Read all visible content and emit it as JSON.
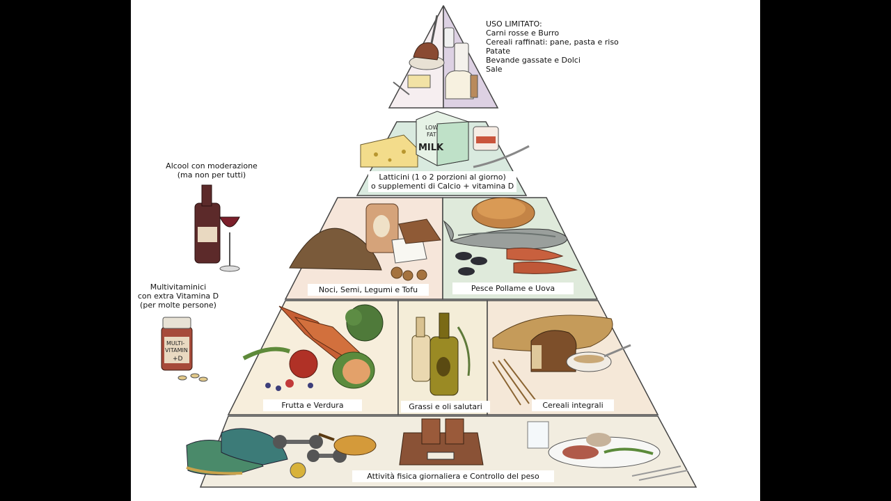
{
  "top_tier": {
    "heading": "USO LIMITATO:",
    "items": [
      "Carni rosse e Burro",
      "Cereali raffinati: pane, pasta e riso",
      "Patate",
      "Bevande gassate e Dolci",
      "Sale"
    ]
  },
  "dairy": {
    "line1": "Latticini (1 o 2 porzioni al giorno)",
    "line2": "o supplementi di Calcio + vitamina D",
    "carton_text": [
      "LOW",
      "FAT",
      "MILK"
    ]
  },
  "protein_left": {
    "label": "Noci, Semi, Legumi e Tofu"
  },
  "protein_right": {
    "label": "Pesce Pollame e Uova"
  },
  "plants": {
    "fruit_veg": "Frutta e Verdura",
    "fats": "Grassi e oli salutari",
    "grains": "Cereali integrali"
  },
  "base": {
    "label": "Attività fisica giornaliera e Controllo del peso"
  },
  "alcohol": {
    "line1": "Alcool con moderazione",
    "line2": "(ma non per tutti)"
  },
  "vitamins": {
    "line1": "Multivitaminici",
    "line2": "con extra Vitamina D",
    "line3": "(per molte persone)",
    "bottle_text": [
      "MULTI-",
      "VITAMIN",
      "+D"
    ]
  },
  "colors": {
    "top_left": "#f6eef0",
    "top_right": "#ddd1e3",
    "dairy": "#d9eadf",
    "nuts": "#f6e6da",
    "fish": "#dfeadb",
    "fruit": "#f7eedc",
    "oils": "#f4edd8",
    "grains": "#f5e8d8",
    "base": "#f2ede0",
    "outline": "#444444"
  }
}
